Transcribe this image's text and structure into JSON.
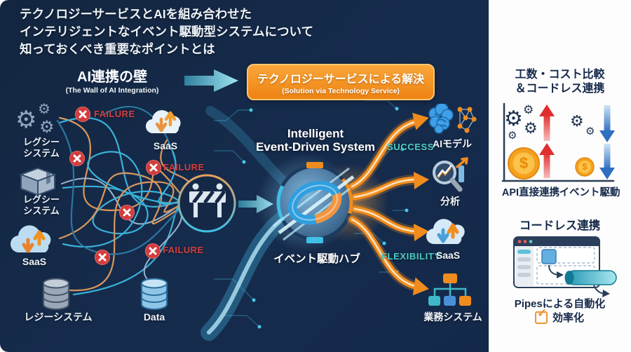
{
  "title": {
    "line1": "テクノロジーサービスとAIを組み合わせた",
    "line2": "インテリジェントなイベント駆動型システムについて",
    "line3": "知っておくべき重要なポイントとは"
  },
  "flow": {
    "problem": {
      "title": "AI連携の壁",
      "subtitle": "(The Wall of AI Integration)"
    },
    "solution": {
      "title": "テクノロジーサービスによる解決",
      "subtitle": "(Solution via Technology Service)"
    },
    "failure_label": "FAILURE",
    "sources": [
      {
        "line1": "レグシー",
        "line2": "システム"
      },
      {
        "line1": "レグシー",
        "line2": "システム"
      },
      {
        "line1": "SaaS",
        "line2": ""
      },
      {
        "line1": "レジーシステム",
        "line2": ""
      },
      {
        "line1": "Data",
        "line2": ""
      },
      {
        "line1": "SaaS",
        "line2": ""
      }
    ],
    "system": {
      "title_line1": "Intelligent",
      "title_line2": "Event-Driven System",
      "hub_label": "イベント駆動ハブ",
      "success": "SUCCESS",
      "flexibility": "FLEXIBILITY"
    },
    "targets": [
      {
        "label": "AIモデル"
      },
      {
        "label": "分析"
      },
      {
        "label": "SaaS"
      },
      {
        "label": "業務システム"
      }
    ]
  },
  "sidebar": {
    "compare_title_line1": "工数・コスト比較",
    "compare_title_line2": "＆コードレス連携",
    "left_method": "API直接連携",
    "right_method": "イベント駆動",
    "coin_symbol": "$",
    "codeless_title": "コードレス連携",
    "pipes_caption": "Pipesによる自動化",
    "efficiency_label": "効率化"
  },
  "colors": {
    "accent_orange": "#F08C1E",
    "accent_cyan": "#3FC0E8",
    "accent_teal": "#4ECDC4",
    "failure_red": "#D14040",
    "navy": "#16294A",
    "chart_up_red": "#E03434",
    "chart_down_blue": "#4A90D9"
  }
}
